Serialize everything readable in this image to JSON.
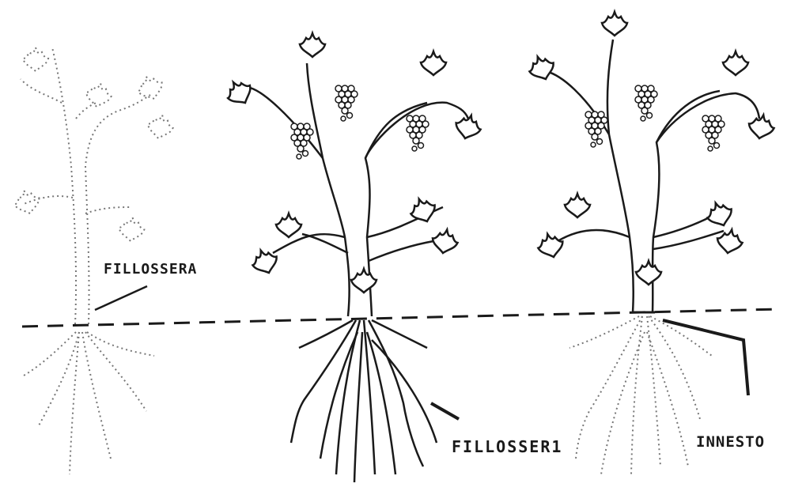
{
  "labels": {
    "fillossera_left": "FILLOSSERA",
    "fillossera_middle": "FILLOSSER1",
    "innesto": "INNESTO"
  },
  "colors": {
    "ink": "#1a1a1a",
    "dotted": "#777777",
    "background": "#ffffff"
  },
  "figures": [
    "vine-ungrafted-weak",
    "vine-ungrafted-infested",
    "vine-grafted"
  ]
}
